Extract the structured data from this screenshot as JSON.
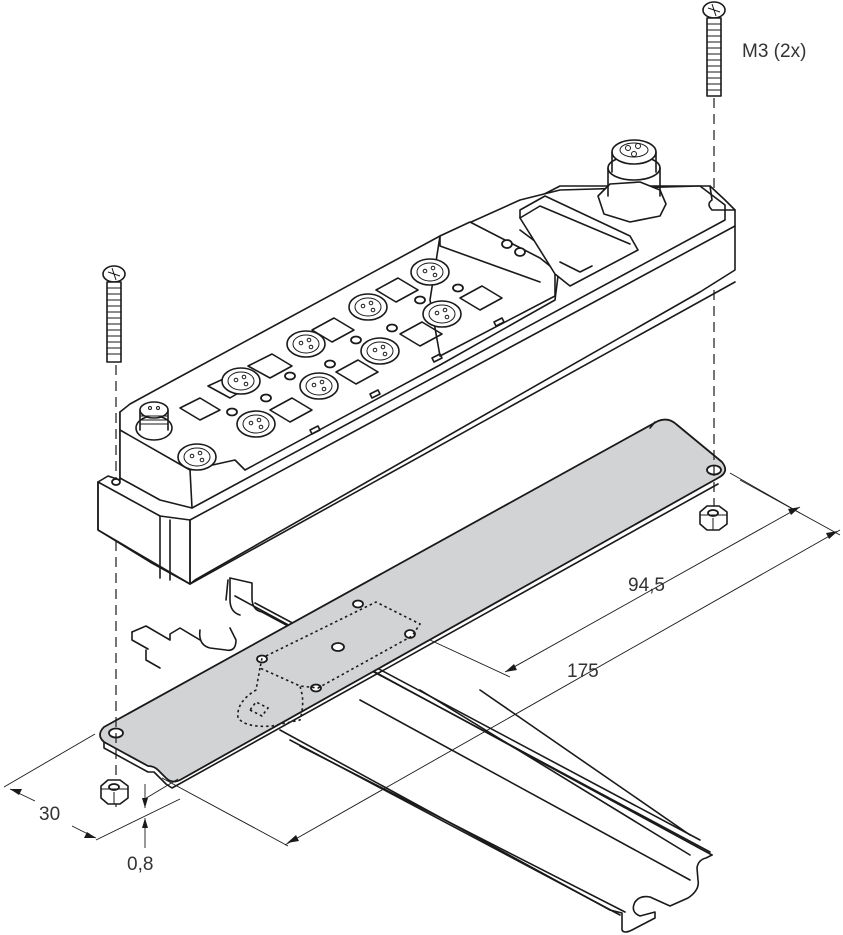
{
  "figure": {
    "type": "mounting-diagram",
    "description": "Isometric mounting drawing: multi-port I/O module, mounting plate and DIN rail"
  },
  "labels": {
    "screw_spec": "M3 (2x)",
    "dim_plate_hole_spacing": "94,5",
    "dim_plate_length": "175",
    "dim_plate_width": "30",
    "dim_plate_thickness": "0,8"
  },
  "components": {
    "screws": {
      "count": 2,
      "spec": "M3"
    },
    "nuts": {
      "count": 2
    },
    "module_ports": {
      "m12_sockets": 9,
      "m8_plug": 1,
      "m12_bus_connector": 1
    },
    "mounting_plate": {
      "color": "#d2d3d5"
    },
    "din_rail": {
      "profile": "top-hat"
    }
  },
  "colors": {
    "line": "#1a1a1a",
    "plate_fill": "#d2d3d5",
    "text": "#333333",
    "background": "#ffffff"
  }
}
